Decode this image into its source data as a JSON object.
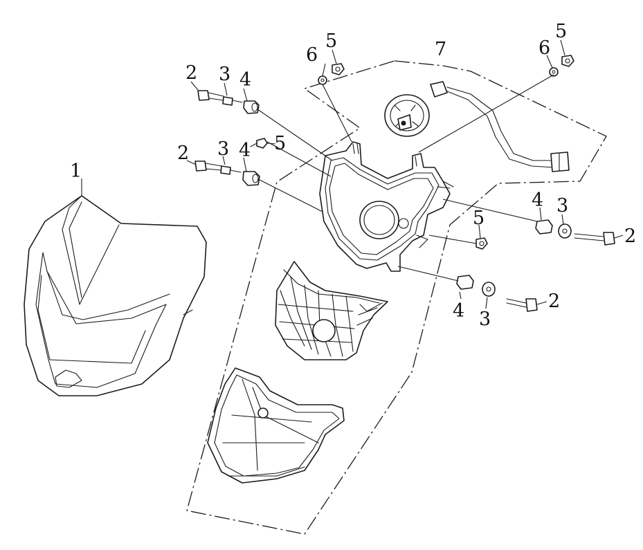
{
  "diagram": {
    "callouts": [
      {
        "id": "c1",
        "label": "1"
      },
      {
        "id": "c2a",
        "label": "2"
      },
      {
        "id": "c3a",
        "label": "3"
      },
      {
        "id": "c4a",
        "label": "4"
      },
      {
        "id": "c2b",
        "label": "2"
      },
      {
        "id": "c3b",
        "label": "3"
      },
      {
        "id": "c4b",
        "label": "4"
      },
      {
        "id": "c5a",
        "label": "5"
      },
      {
        "id": "c6a",
        "label": "6"
      },
      {
        "id": "c5b",
        "label": "5"
      },
      {
        "id": "c7",
        "label": "7"
      },
      {
        "id": "c5c",
        "label": "5"
      },
      {
        "id": "c6b",
        "label": "6"
      },
      {
        "id": "c5d",
        "label": "5"
      },
      {
        "id": "c4c",
        "label": "4"
      },
      {
        "id": "c3c",
        "label": "3"
      },
      {
        "id": "c2c",
        "label": "2"
      },
      {
        "id": "c4d",
        "label": "4"
      },
      {
        "id": "c3d",
        "label": "3"
      },
      {
        "id": "c2d",
        "label": "2"
      }
    ],
    "colors": {
      "line": "#1a1a1a",
      "background": "#ffffff"
    }
  }
}
